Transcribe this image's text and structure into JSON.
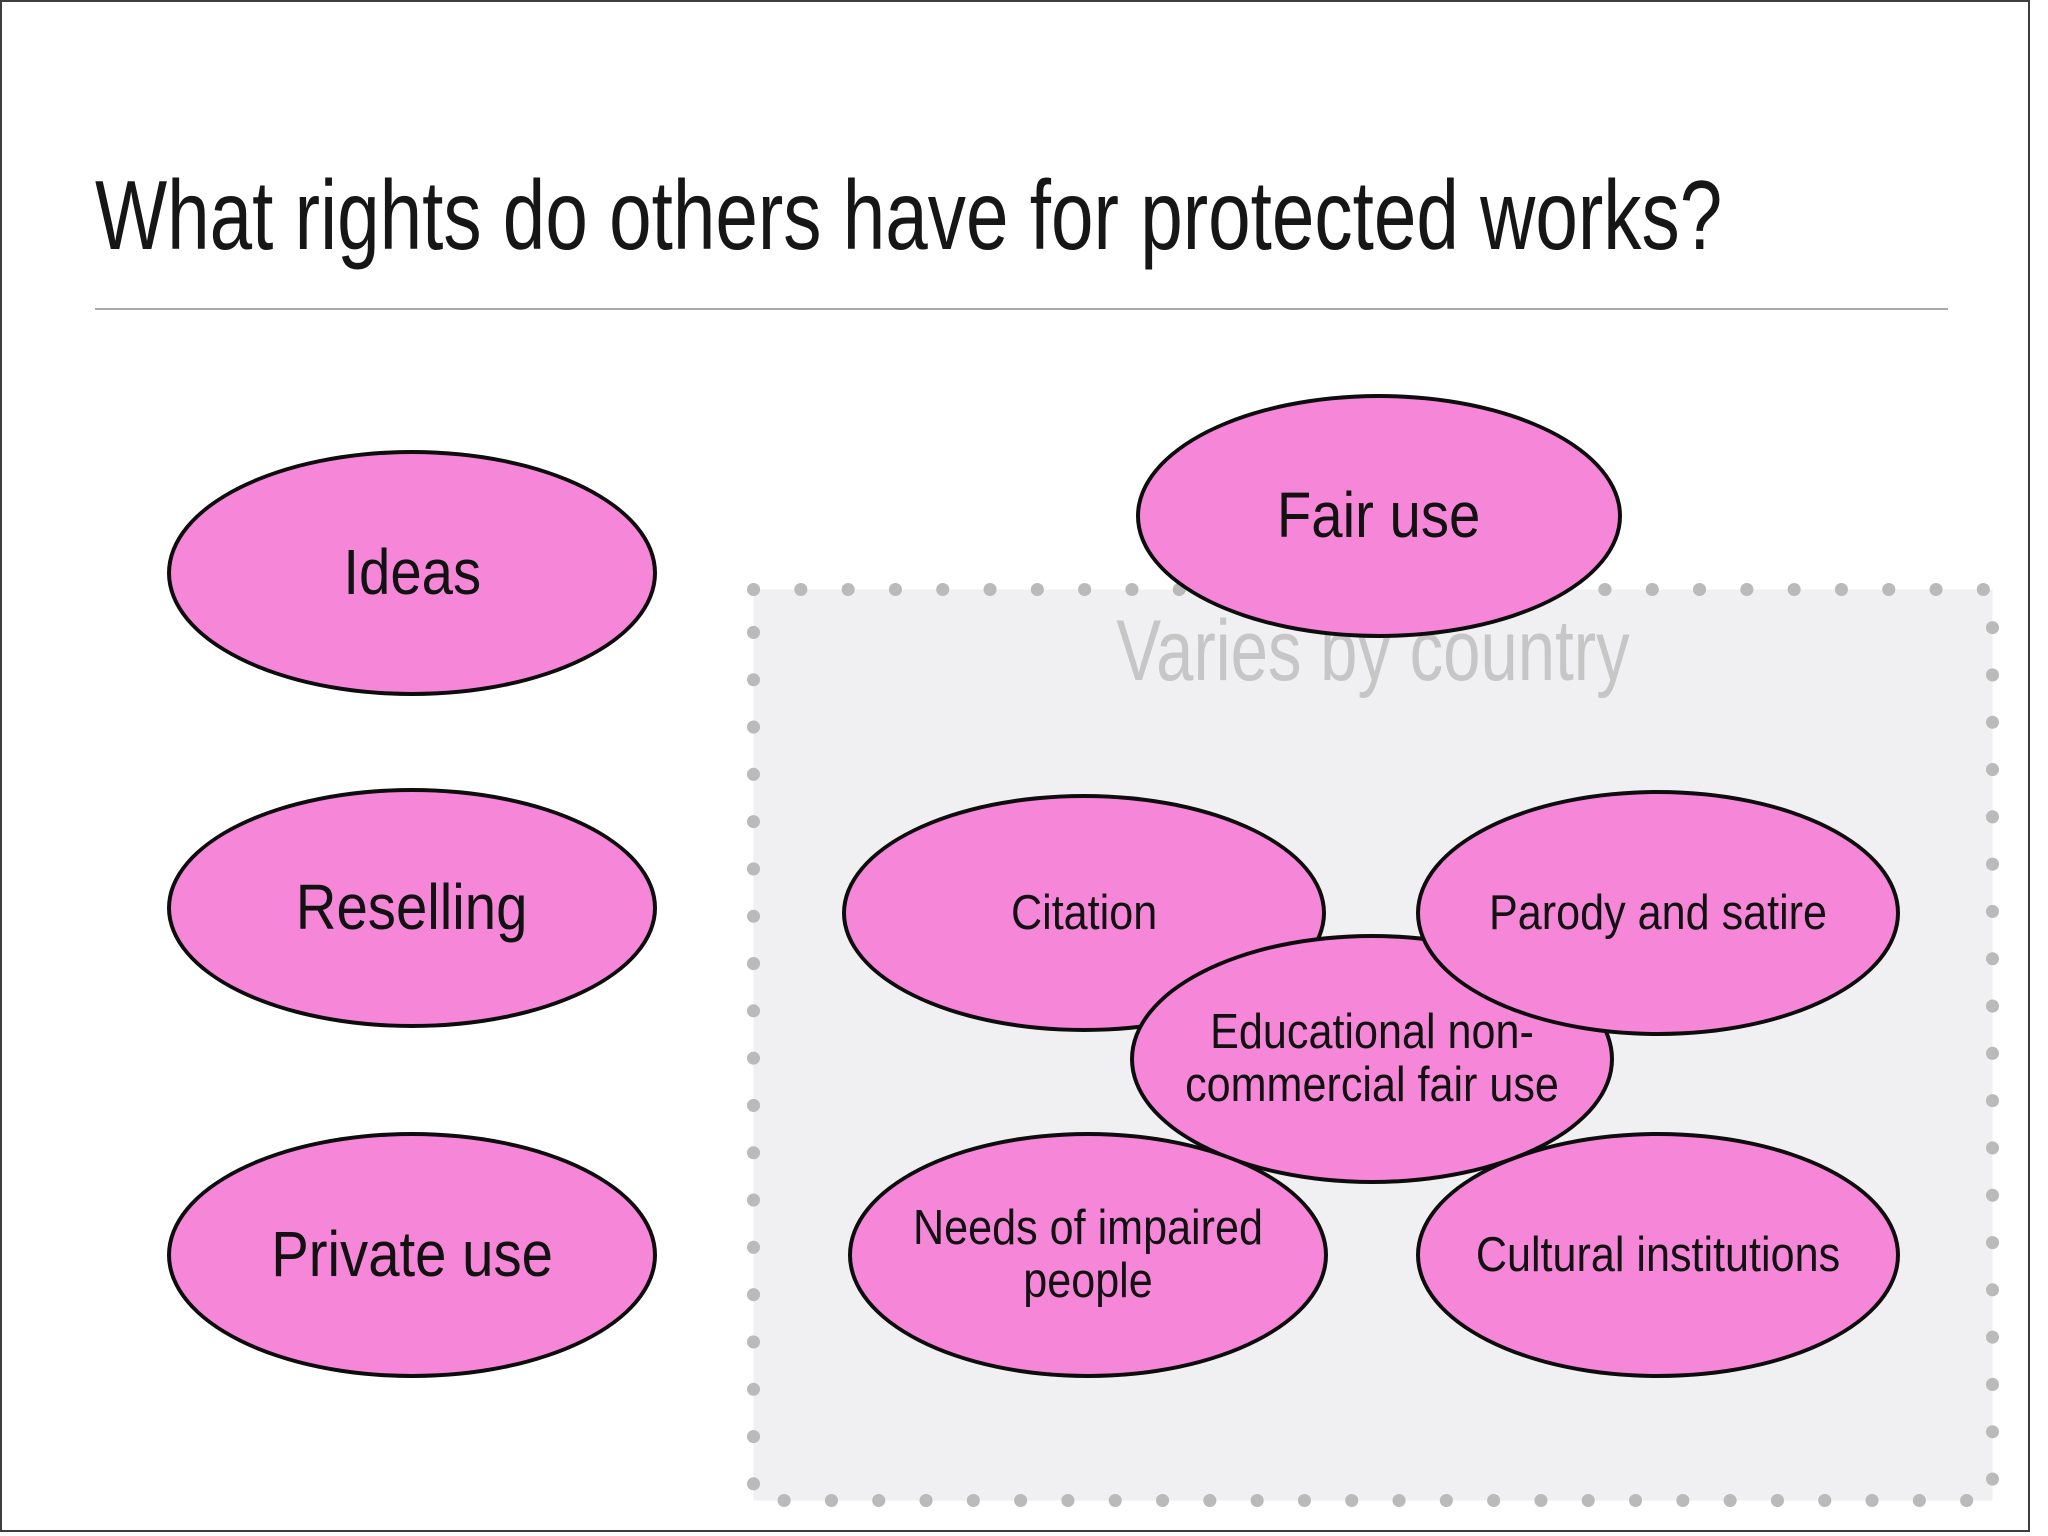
{
  "slide": {
    "title": "What rights do others have for protected works?"
  },
  "bubbles": {
    "ideas": "Ideas",
    "reselling": "Reselling",
    "private_use": "Private use",
    "fair_use": "Fair use",
    "citation": "Citation",
    "parody": "Parody and satire",
    "educational": "Educational non-commercial fair use",
    "impaired": "Needs of impaired people",
    "cultural": "Cultural institutions"
  },
  "varies_box": {
    "caption": "Varies by country"
  },
  "colors": {
    "bubble_fill": "#F687D8",
    "bubble_stroke": "#0D0D0D",
    "box_fill": "#F0EFF1",
    "box_dots": "#BABABA",
    "caption_text": "#C6C6C6",
    "title_text": "#161616",
    "divider": "#ABABAB"
  }
}
